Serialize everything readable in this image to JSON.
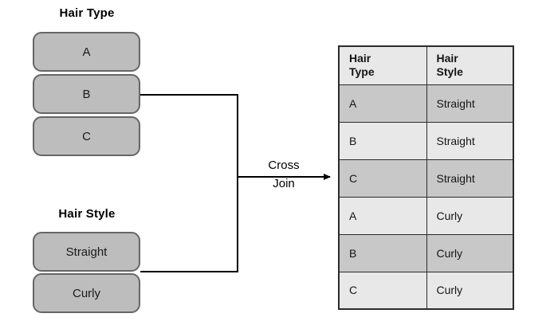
{
  "diagram": {
    "title_hint": "cross-join-diagram",
    "colors": {
      "box_fill": "#bdbdbd",
      "box_border": "#666666",
      "row_dark": "#c8c8c8",
      "row_light": "#e8e8e8",
      "header_fill": "#e8e8e8",
      "line": "#000000",
      "table_border": "#2b2b2b"
    }
  },
  "left": {
    "groups": [
      {
        "title": "Hair Type",
        "items": [
          "A",
          "B",
          "C"
        ]
      },
      {
        "title": "Hair Style",
        "items": [
          "Straight",
          "Curly"
        ]
      }
    ]
  },
  "operation": {
    "label_line1": "Cross",
    "label_line2": "Join",
    "arrow": "right-arrow-icon"
  },
  "table": {
    "headers": [
      {
        "line1": "Hair",
        "line2": "Type"
      },
      {
        "line1": "Hair",
        "line2": "Style"
      }
    ],
    "rows": [
      {
        "type": "A",
        "style": "Straight",
        "shade": "dark"
      },
      {
        "type": "B",
        "style": "Straight",
        "shade": "light"
      },
      {
        "type": "C",
        "style": "Straight",
        "shade": "dark"
      },
      {
        "type": "A",
        "style": "Curly",
        "shade": "light"
      },
      {
        "type": "B",
        "style": "Curly",
        "shade": "dark"
      },
      {
        "type": "C",
        "style": "Curly",
        "shade": "light"
      }
    ]
  }
}
